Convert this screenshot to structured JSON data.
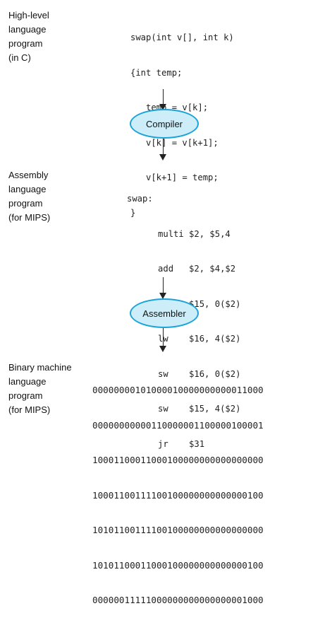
{
  "sections": {
    "high_level": {
      "label": [
        "High-level",
        "language",
        "program",
        "(in C)"
      ],
      "code": [
        "swap(int v[], int k)",
        "{int temp;",
        "   temp = v[k];",
        "   v[k] = v[k+1];",
        "   v[k+1] = temp;",
        "}"
      ]
    },
    "compiler": {
      "label": "Compiler"
    },
    "assembly": {
      "label": [
        "Assembly",
        "language",
        "program",
        "(for MIPS)"
      ],
      "code": [
        "swap:",
        "      multi $2, $5,4",
        "      add   $2, $4,$2",
        "      lw    $15, 0($2)",
        "      lw    $16, 4($2)",
        "      sw    $16, 0($2)",
        "      sw    $15, 4($2)",
        "      jr    $31"
      ]
    },
    "assembler": {
      "label": "Assembler"
    },
    "binary": {
      "label": [
        "Binary machine",
        "language",
        "program",
        "(for MIPS)"
      ],
      "code": [
        "00000000101000010000000000011000",
        "00000000000110000001100000100001",
        "10001100011000100000000000000000",
        "10001100111100100000000000000100",
        "10101100111100100000000000000000",
        "10101100011000100000000000000100",
        "00000011111000000000000000001000"
      ]
    }
  },
  "colors": {
    "ellipse_fill": "#cdeef9",
    "ellipse_border": "#1aa3d9"
  }
}
